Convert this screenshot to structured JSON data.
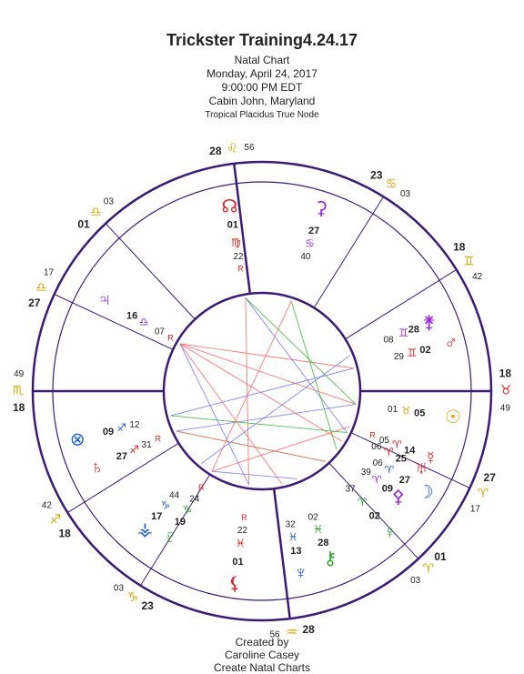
{
  "header": {
    "title": "Trickster Training4.24.17",
    "chart_kind": "Natal Chart",
    "date": "Monday, April 24, 2017",
    "time": "9:00:00 PM EDT",
    "place": "Cabin John, Maryland",
    "system": "Tropical  Placidus True Node"
  },
  "footer": {
    "line1": "Created by",
    "line2": "Caroline Casey",
    "line3": "Create Natal Charts"
  },
  "colors": {
    "wheel": "#3c1b78",
    "fire": "#e41e1e",
    "earth": "#2aa52a",
    "air": "#9b2bd9",
    "water": "#1f5fd1",
    "aspect_red": "#ff6a6a",
    "aspect_blue": "#7a7af0",
    "aspect_green": "#3cb83c"
  },
  "cusps": [
    {
      "deg": "18",
      "sign_glyph": "♉",
      "min": "49",
      "glyph_color": "#e41e1e"
    },
    {
      "deg": "18",
      "sign_glyph": "♊",
      "min": "42"
    },
    {
      "deg": "23",
      "sign_glyph": "♋",
      "min": "03"
    },
    {
      "deg": "28",
      "sign_glyph": "♌",
      "min": "56"
    },
    {
      "deg": "01",
      "sign_glyph": "♎",
      "min": "03"
    },
    {
      "deg": "27",
      "sign_glyph": "♎",
      "min": "17"
    },
    {
      "deg": "18",
      "sign_glyph": "♏",
      "min": "49"
    },
    {
      "deg": "18",
      "sign_glyph": "♐",
      "min": "42"
    },
    {
      "deg": "23",
      "sign_glyph": "♑",
      "min": "03"
    },
    {
      "deg": "28",
      "sign_glyph": "♒",
      "min": "56"
    },
    {
      "deg": "01",
      "sign_glyph": "♈",
      "min": "03"
    },
    {
      "deg": "27",
      "sign_glyph": "♈",
      "min": "17"
    }
  ],
  "planets": [
    {
      "name": "Sun",
      "glyph": "☉",
      "deg": "05",
      "sign": "♉",
      "min": "01",
      "retro": ""
    },
    {
      "name": "Moon",
      "glyph": "☽",
      "deg": "27",
      "sign": "♈",
      "min": "06",
      "retro": ""
    },
    {
      "name": "Mercury",
      "glyph": "☿",
      "deg": "14",
      "sign": "♈",
      "min": "05",
      "retro": "R"
    },
    {
      "name": "Venus",
      "glyph": "♀",
      "deg": "02",
      "sign": "♈",
      "min": "37",
      "retro": ""
    },
    {
      "name": "Mars",
      "glyph": "♂",
      "deg": "02",
      "sign": "♊",
      "min": "29",
      "retro": ""
    },
    {
      "name": "Jupiter",
      "glyph": "♃",
      "deg": "16",
      "sign": "♎",
      "min": "07",
      "retro": "R"
    },
    {
      "name": "Saturn",
      "glyph": "♄",
      "deg": "27",
      "sign": "♐",
      "min": "31",
      "retro": "R"
    },
    {
      "name": "Uranus",
      "glyph": "♅",
      "deg": "25",
      "sign": "♈",
      "min": "06",
      "retro": ""
    },
    {
      "name": "Neptune",
      "glyph": "♆",
      "deg": "13",
      "sign": "♓",
      "min": "32",
      "retro": ""
    },
    {
      "name": "Pluto",
      "glyph": "♇",
      "deg": "19",
      "sign": "♑",
      "min": "24",
      "retro": "R"
    },
    {
      "name": "North Node",
      "glyph": "☊",
      "deg": "01",
      "sign": "♍",
      "min": "22",
      "retro": "R"
    },
    {
      "name": "Chiron",
      "glyph": "⚷",
      "deg": "28",
      "sign": "♓",
      "min": "02",
      "retro": ""
    },
    {
      "name": "Part of Fortune",
      "glyph": "⊗",
      "deg": "09",
      "sign": "♐",
      "min": "12",
      "retro": ""
    },
    {
      "name": "Ceres",
      "glyph": "⚳",
      "deg": "27",
      "sign": "♋",
      "min": "40",
      "retro": ""
    },
    {
      "name": "Pallas",
      "glyph": "⚴",
      "deg": "09",
      "sign": "♈",
      "min": "39",
      "retro": ""
    },
    {
      "name": "Juno",
      "glyph": "⚵",
      "deg": "28",
      "sign": "♊",
      "min": "08",
      "retro": ""
    },
    {
      "name": "Vesta",
      "glyph": "⚶",
      "deg": "17",
      "sign": "♑",
      "min": "44",
      "retro": ""
    },
    {
      "name": "Lilith",
      "glyph": "⚸",
      "deg": "01",
      "sign": "♓",
      "min": "22",
      "retro": "R"
    }
  ]
}
